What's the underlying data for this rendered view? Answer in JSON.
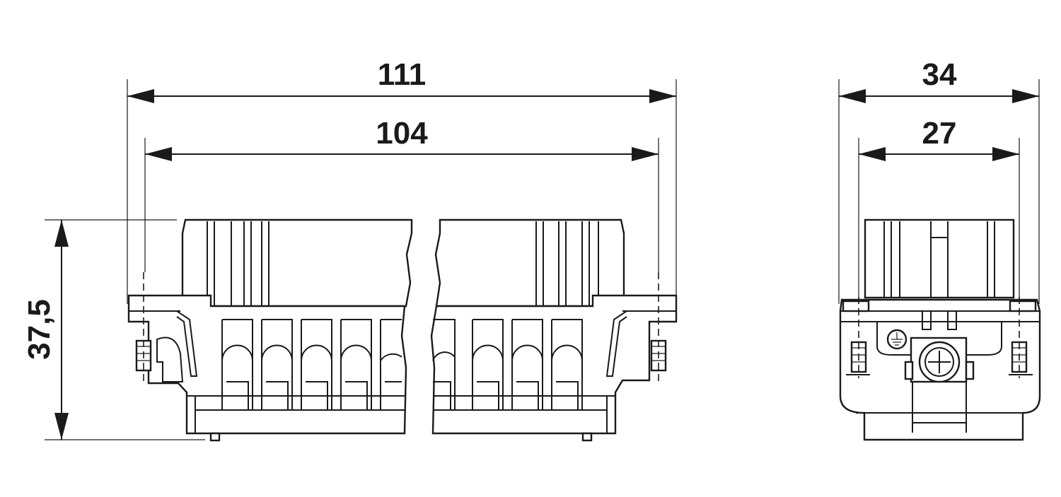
{
  "dimensions": {
    "overall_length": "111",
    "hole_spacing_length": "104",
    "overall_width": "34",
    "hole_spacing_width": "27",
    "height": "37,5"
  }
}
